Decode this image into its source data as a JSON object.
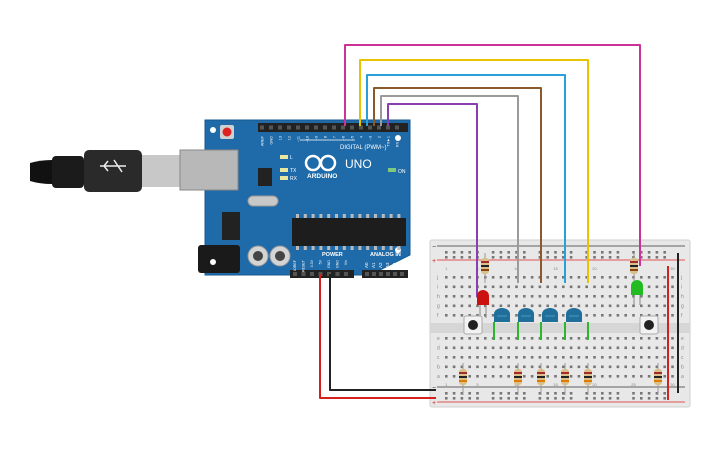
{
  "board": {
    "logo_text": "ARDUINO",
    "model": "UNO",
    "digital_header": "DIGITAL (PWM~)",
    "power_label": "POWER",
    "analog_label": "ANALOG IN",
    "on_label": "ON",
    "tx_label": "TX",
    "rx_label": "RX",
    "l_label": "L",
    "digital_pins": [
      "AREF",
      "GND",
      "13",
      "12",
      "~11",
      "~10",
      "~9",
      "8",
      "7",
      "~6",
      "~5",
      "4",
      "~3",
      "2",
      "TX►1",
      "RX◄0"
    ],
    "power_pins": [
      "IOREF",
      "RESET",
      "3.3V",
      "5V",
      "GND",
      "GND",
      "Vin"
    ],
    "analog_pins": [
      "A0",
      "A1",
      "A2",
      "A3",
      "A4",
      "A5"
    ]
  },
  "breadboard": {
    "row_letters_top": [
      "j",
      "i",
      "h",
      "g",
      "f"
    ],
    "row_letters_bottom": [
      "e",
      "d",
      "c",
      "b",
      "a"
    ],
    "column_numbers": [
      "1",
      "5",
      "10",
      "15",
      "20",
      "25",
      "30"
    ],
    "rail_plus": "+",
    "rail_minus": "−"
  },
  "colors": {
    "board_blue": "#1f6aa8",
    "wire_magenta": "#cc3399",
    "wire_yellow": "#e8c400",
    "wire_cyan": "#2aa0d8",
    "wire_brown": "#8a5a2b",
    "wire_gray": "#9a9a9a",
    "wire_purple": "#8a3fb0",
    "wire_red": "#d62020",
    "wire_black": "#222222",
    "wire_green": "#2db52d",
    "led_red": "#cc1010",
    "led_green": "#22bb22",
    "button_blue": "#1f6f9a"
  }
}
